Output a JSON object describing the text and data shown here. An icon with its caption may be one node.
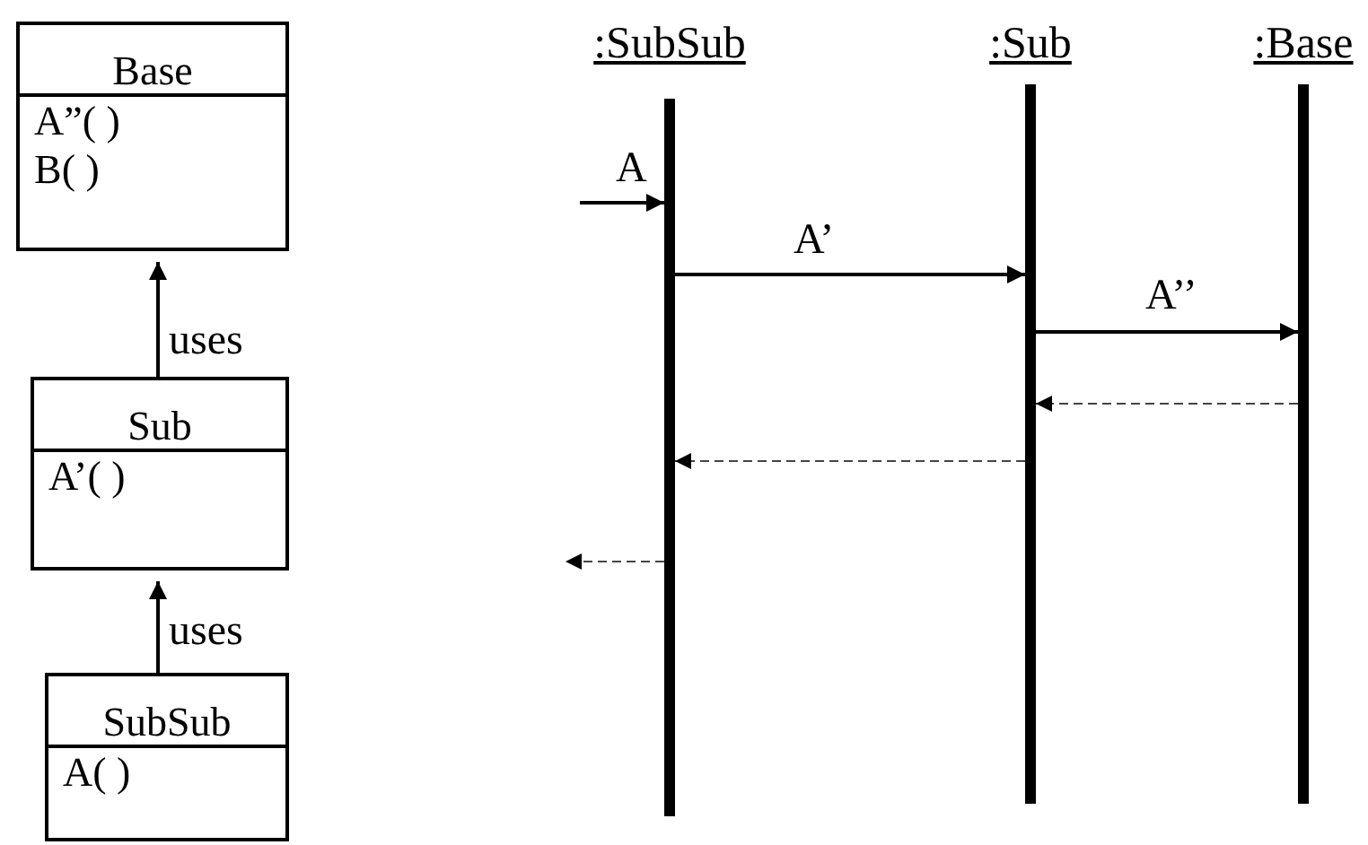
{
  "diagram": {
    "nodes": [
      {
        "text": [
          "Base",
          "A”( )",
          "B( )"
        ]
      },
      {
        "text": [
          "Sub",
          "A’( )"
        ]
      },
      {
        "text": [
          "SubSub",
          "A( )"
        ]
      },
      {
        "text": [
          ":SubSub"
        ]
      },
      {
        "text": [
          ":Sub"
        ]
      },
      {
        "text": [
          ":Base"
        ]
      }
    ],
    "edges": [
      {
        "from": 1,
        "to": 0,
        "arrow": "to",
        "label": "uses"
      },
      {
        "from": 2,
        "to": 1,
        "arrow": "to",
        "label": "uses"
      },
      {
        "from": null,
        "to": 3,
        "arrow": "to",
        "label": "A"
      },
      {
        "from": 3,
        "to": 4,
        "arrow": "to",
        "label": "A’"
      },
      {
        "from": 4,
        "to": 5,
        "arrow": "to",
        "label": "A’’"
      },
      {
        "from": 5,
        "to": 4,
        "arrow": "to",
        "style": "dashed"
      },
      {
        "from": 4,
        "to": 3,
        "arrow": "to",
        "style": "dashed"
      },
      {
        "from": 3,
        "to": null,
        "arrow": "to",
        "style": "dashed"
      }
    ]
  }
}
